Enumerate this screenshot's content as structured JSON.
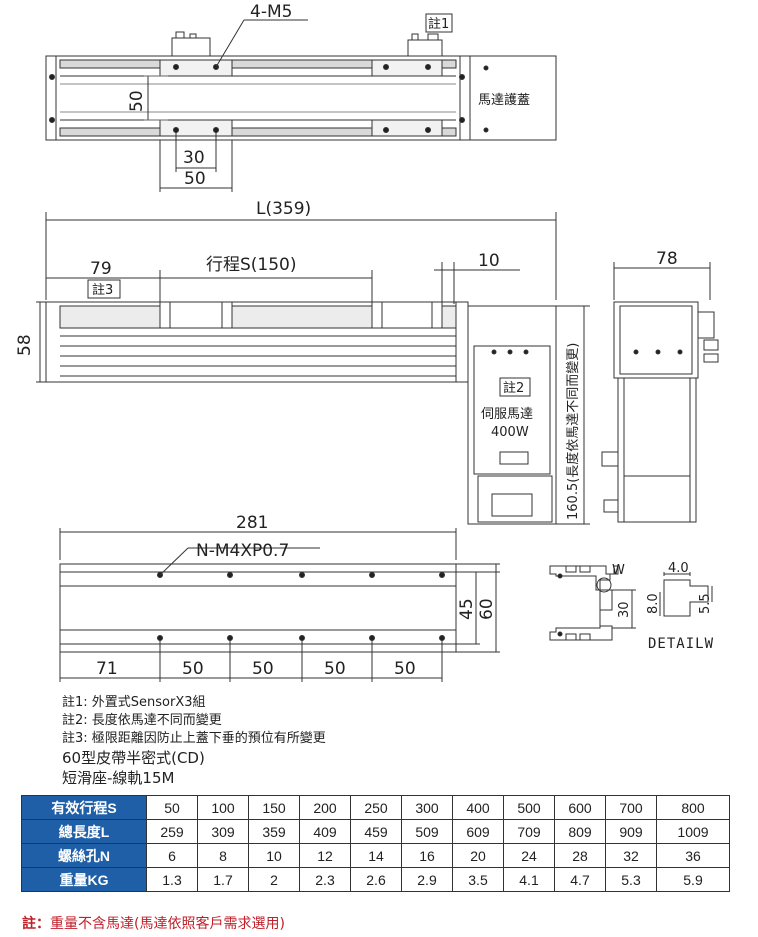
{
  "labels": {
    "top_hole": "4-M5",
    "note1_tag": "註1",
    "motor_cover": "馬達護蓋",
    "dim_50_vertical": "50",
    "dim_30": "30",
    "dim_50_bottom": "50",
    "length_L": "L(359)",
    "dim_79": "79",
    "stroke": "行程S(150)",
    "dim_10": "10",
    "dim_78": "78",
    "note3_tag": "註3",
    "dim_58": "58",
    "note2_tag": "註2",
    "servo_motor": "伺服馬達",
    "power": "400W",
    "motor_length": "160.5(長度依馬達不同而變更)",
    "dim_281": "281",
    "bottom_holes": "N-M4XP0.7",
    "dim_45": "45",
    "dim_60": "60",
    "dim_71": "71",
    "pitch": "50",
    "detail_w_mark": "W",
    "detail_30": "30",
    "detail_40": "4.0",
    "detail_80": "8.0",
    "detail_55": "5.5",
    "detail_title": "DETAILW"
  },
  "notes": [
    "註1: 外置式SensorX3組",
    "註2: 長度依馬達不同而變更",
    "註3: 極限距離因防止上蓋下垂的預位有所變更"
  ],
  "model": "60型皮帶半密式(CD)",
  "slider": "短滑座-線軌15M",
  "table": {
    "rows": [
      {
        "header": "有效行程S",
        "values": [
          "50",
          "100",
          "150",
          "200",
          "250",
          "300",
          "400",
          "500",
          "600",
          "700",
          "800"
        ]
      },
      {
        "header": "總長度L",
        "values": [
          "259",
          "309",
          "359",
          "409",
          "459",
          "509",
          "609",
          "709",
          "809",
          "909",
          "1009"
        ]
      },
      {
        "header": "螺絲孔N",
        "values": [
          "6",
          "8",
          "10",
          "12",
          "14",
          "16",
          "20",
          "24",
          "28",
          "32",
          "36"
        ]
      },
      {
        "header": "重量KG",
        "values": [
          "1.3",
          "1.7",
          "2",
          "2.3",
          "2.6",
          "2.9",
          "3.5",
          "4.1",
          "4.7",
          "5.3",
          "5.9"
        ]
      }
    ]
  },
  "footnote": {
    "prefix": "註：",
    "text": "重量不含馬達(馬達依照客戶需求選用)"
  }
}
